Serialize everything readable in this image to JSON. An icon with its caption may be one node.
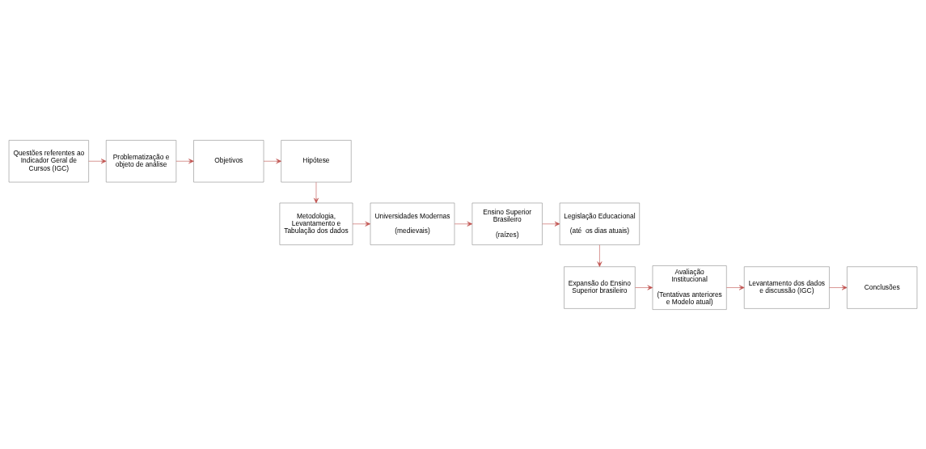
{
  "diagram": {
    "nodes": [
      {
        "text": [
          "Questões referentes ao Indicador Geral de Cursos (IGC)"
        ]
      },
      {
        "text": [
          "Problematização e objeto de análise"
        ]
      },
      {
        "text": [
          "Objetivos"
        ]
      },
      {
        "text": [
          "Hipótese"
        ]
      },
      {
        "text": [
          "Metodologia, Levantamento e Tabulação dos dados"
        ]
      },
      {
        "text": [
          "Universidades Modernas",
          "(medievais)"
        ]
      },
      {
        "text": [
          "Ensino Superior Brasileiro",
          "(raízes)"
        ]
      },
      {
        "text": [
          "Legislação Educacional",
          "(até  os dias atuais)"
        ]
      },
      {
        "text": [
          "Expansão do Ensino Superior brasileiro"
        ]
      },
      {
        "text": [
          "Avaliação Institucional",
          "(Tentativas anteriores e Modelo atual)"
        ]
      },
      {
        "text": [
          "Levantamento dos dados e discussão (IGC)"
        ]
      },
      {
        "text": [
          "Conclusões"
        ]
      }
    ],
    "edges": [
      {
        "from": 0,
        "to": 1,
        "arrow": "to"
      },
      {
        "from": 1,
        "to": 2,
        "arrow": "to"
      },
      {
        "from": 2,
        "to": 3,
        "arrow": "to"
      },
      {
        "from": 3,
        "to": 4,
        "arrow": "to"
      },
      {
        "from": 4,
        "to": 5,
        "arrow": "to"
      },
      {
        "from": 5,
        "to": 6,
        "arrow": "to"
      },
      {
        "from": 6,
        "to": 7,
        "arrow": "to"
      },
      {
        "from": 7,
        "to": 8,
        "arrow": "to"
      },
      {
        "from": 8,
        "to": 9,
        "arrow": "to"
      },
      {
        "from": 9,
        "to": 10,
        "arrow": "to"
      },
      {
        "from": 10,
        "to": 11,
        "arrow": "to"
      }
    ]
  }
}
